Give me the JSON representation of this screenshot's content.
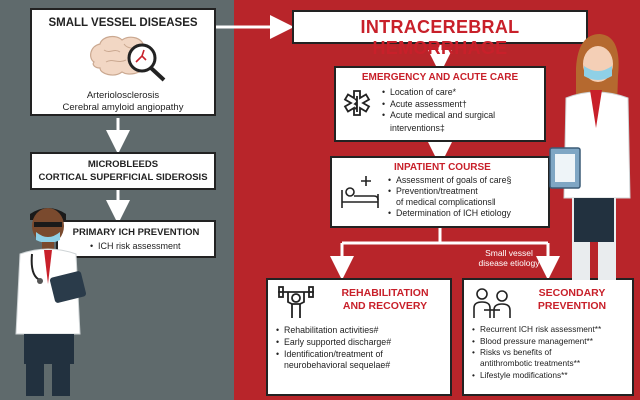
{
  "colors": {
    "left_bg": "#5f6a6c",
    "right_bg": "#b8252a",
    "accent_red": "#c8202a"
  },
  "small_vessel": {
    "title": "SMALL VESSEL DISEASES",
    "line1": "Arteriolosclerosis",
    "line2": "Cerebral amyloid angiopathy",
    "icon": "brain-magnifier-icon"
  },
  "microbleeds": {
    "line1": "MICROBLEEDS",
    "line2": "CORTICAL SUPERFICIAL SIDEROSIS"
  },
  "primary_prevention": {
    "title": "PRIMARY ICH PREVENTION",
    "item": "ICH risk assessment"
  },
  "ich": {
    "title": "INTRACEREBRAL HEMORRHAGE"
  },
  "emergency": {
    "title": "EMERGENCY AND ACUTE CARE",
    "icon": "star-of-life-icon",
    "items": [
      "Location of care*",
      "Acute assessment†",
      "Acute medical and surgical",
      "interventions‡"
    ]
  },
  "inpatient": {
    "title": "INPATIENT COURSE",
    "icon": "hospital-bed-icon",
    "items": [
      "Assessment of goals of care§",
      "Prevention/treatment",
      "of medical complications‖",
      "Determination of ICH etiology"
    ]
  },
  "small_vessel_etiology": {
    "line1": "Small vessel",
    "line2": "disease etiology"
  },
  "rehab": {
    "title_line1": "REHABILITATION",
    "title_line2": "AND RECOVERY",
    "icon": "weightlifter-icon",
    "items": [
      "Rehabilitation activities#",
      "Early supported discharge#",
      "Identification/treatment of",
      "neurobehavioral sequelae#"
    ]
  },
  "secondary": {
    "title_line1": "SECONDARY",
    "title_line2": "PREVENTION",
    "icon": "doctor-consult-icon",
    "items": [
      "Recurrent ICH risk assessment**",
      "Blood pressure management**",
      "Risks vs benefits of",
      "antithrombotic treatments**",
      "Lifestyle modifications**"
    ]
  }
}
